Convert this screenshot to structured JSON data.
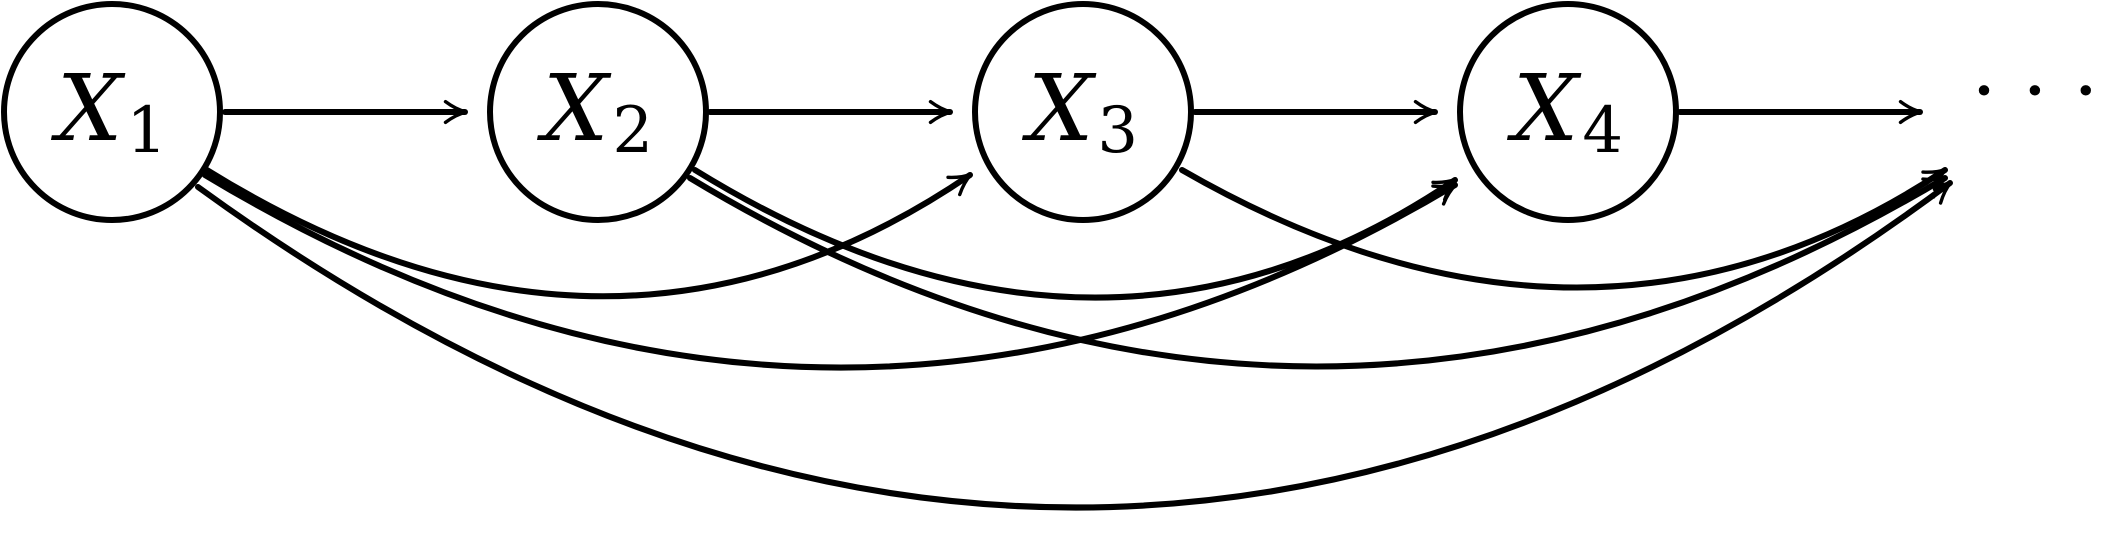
{
  "nodes": [
    {
      "id": "X1",
      "letter": "X",
      "sub": "1"
    },
    {
      "id": "X2",
      "letter": "X",
      "sub": "2"
    },
    {
      "id": "X3",
      "letter": "X",
      "sub": "3"
    },
    {
      "id": "X4",
      "letter": "X",
      "sub": "4"
    }
  ],
  "ellipsis": "· · ·",
  "edges": [
    {
      "from": "X1",
      "to": "X2"
    },
    {
      "from": "X2",
      "to": "X3"
    },
    {
      "from": "X3",
      "to": "X4"
    },
    {
      "from": "X4",
      "to": "..."
    },
    {
      "from": "X1",
      "to": "X3"
    },
    {
      "from": "X1",
      "to": "X4"
    },
    {
      "from": "X1",
      "to": "..."
    },
    {
      "from": "X2",
      "to": "X4"
    },
    {
      "from": "X2",
      "to": "..."
    },
    {
      "from": "X3",
      "to": "..."
    }
  ]
}
